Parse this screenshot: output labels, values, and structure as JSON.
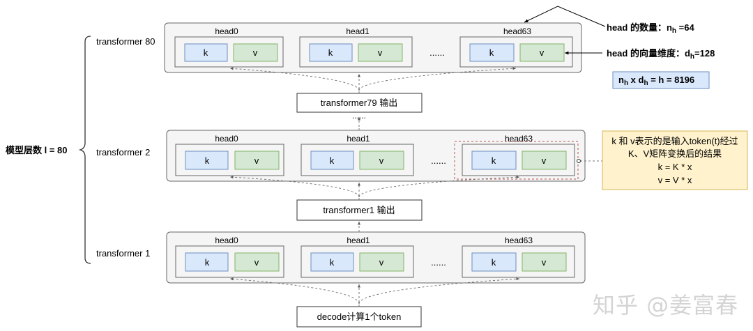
{
  "depth_label": "模型层数 l = 80",
  "layers": [
    {
      "name": "transformer 80",
      "heads": [
        "head0",
        "head1",
        "head63"
      ],
      "k": "k",
      "v": "v",
      "ellipsis": "......"
    },
    {
      "name": "transformer 2",
      "heads": [
        "head0",
        "head1",
        "head63"
      ],
      "k": "k",
      "v": "v",
      "ellipsis": "......"
    },
    {
      "name": "transformer 1",
      "heads": [
        "head0",
        "head1",
        "head63"
      ],
      "k": "k",
      "v": "v",
      "ellipsis": "......"
    }
  ],
  "outputs": {
    "out79": "transformer79 输出",
    "out1": "transformer1 输出",
    "decode": "decode计算1个token",
    "dots": "......"
  },
  "notes": {
    "head_count": {
      "prefix": "head 的数量：",
      "sym": "n",
      "sub": "h",
      "suffix": " =64"
    },
    "head_dim": {
      "prefix": "head 的向量维度：",
      "sym": "d",
      "sub": "h",
      "suffix": "=128"
    },
    "formula": {
      "a": "n",
      "a_sub": "h",
      "mid": " x ",
      "b": "d",
      "b_sub": "h",
      "rest": " = h = 8196"
    },
    "explain": [
      "k 和 v表示的是输入token(t)经过",
      "K、V矩阵变换后的结果",
      "k = K * x",
      "v = V * x"
    ]
  },
  "watermark": "知乎 @姜富春",
  "colors": {
    "k_fill": "#dae8fc",
    "k_stroke": "#6c8ebf",
    "v_fill": "#d5e8d4",
    "v_stroke": "#82b366",
    "layer_fill": "#f5f5f5",
    "note_fill": "#fff2cc",
    "note_stroke": "#d6b656",
    "highlight": "#b85450"
  }
}
